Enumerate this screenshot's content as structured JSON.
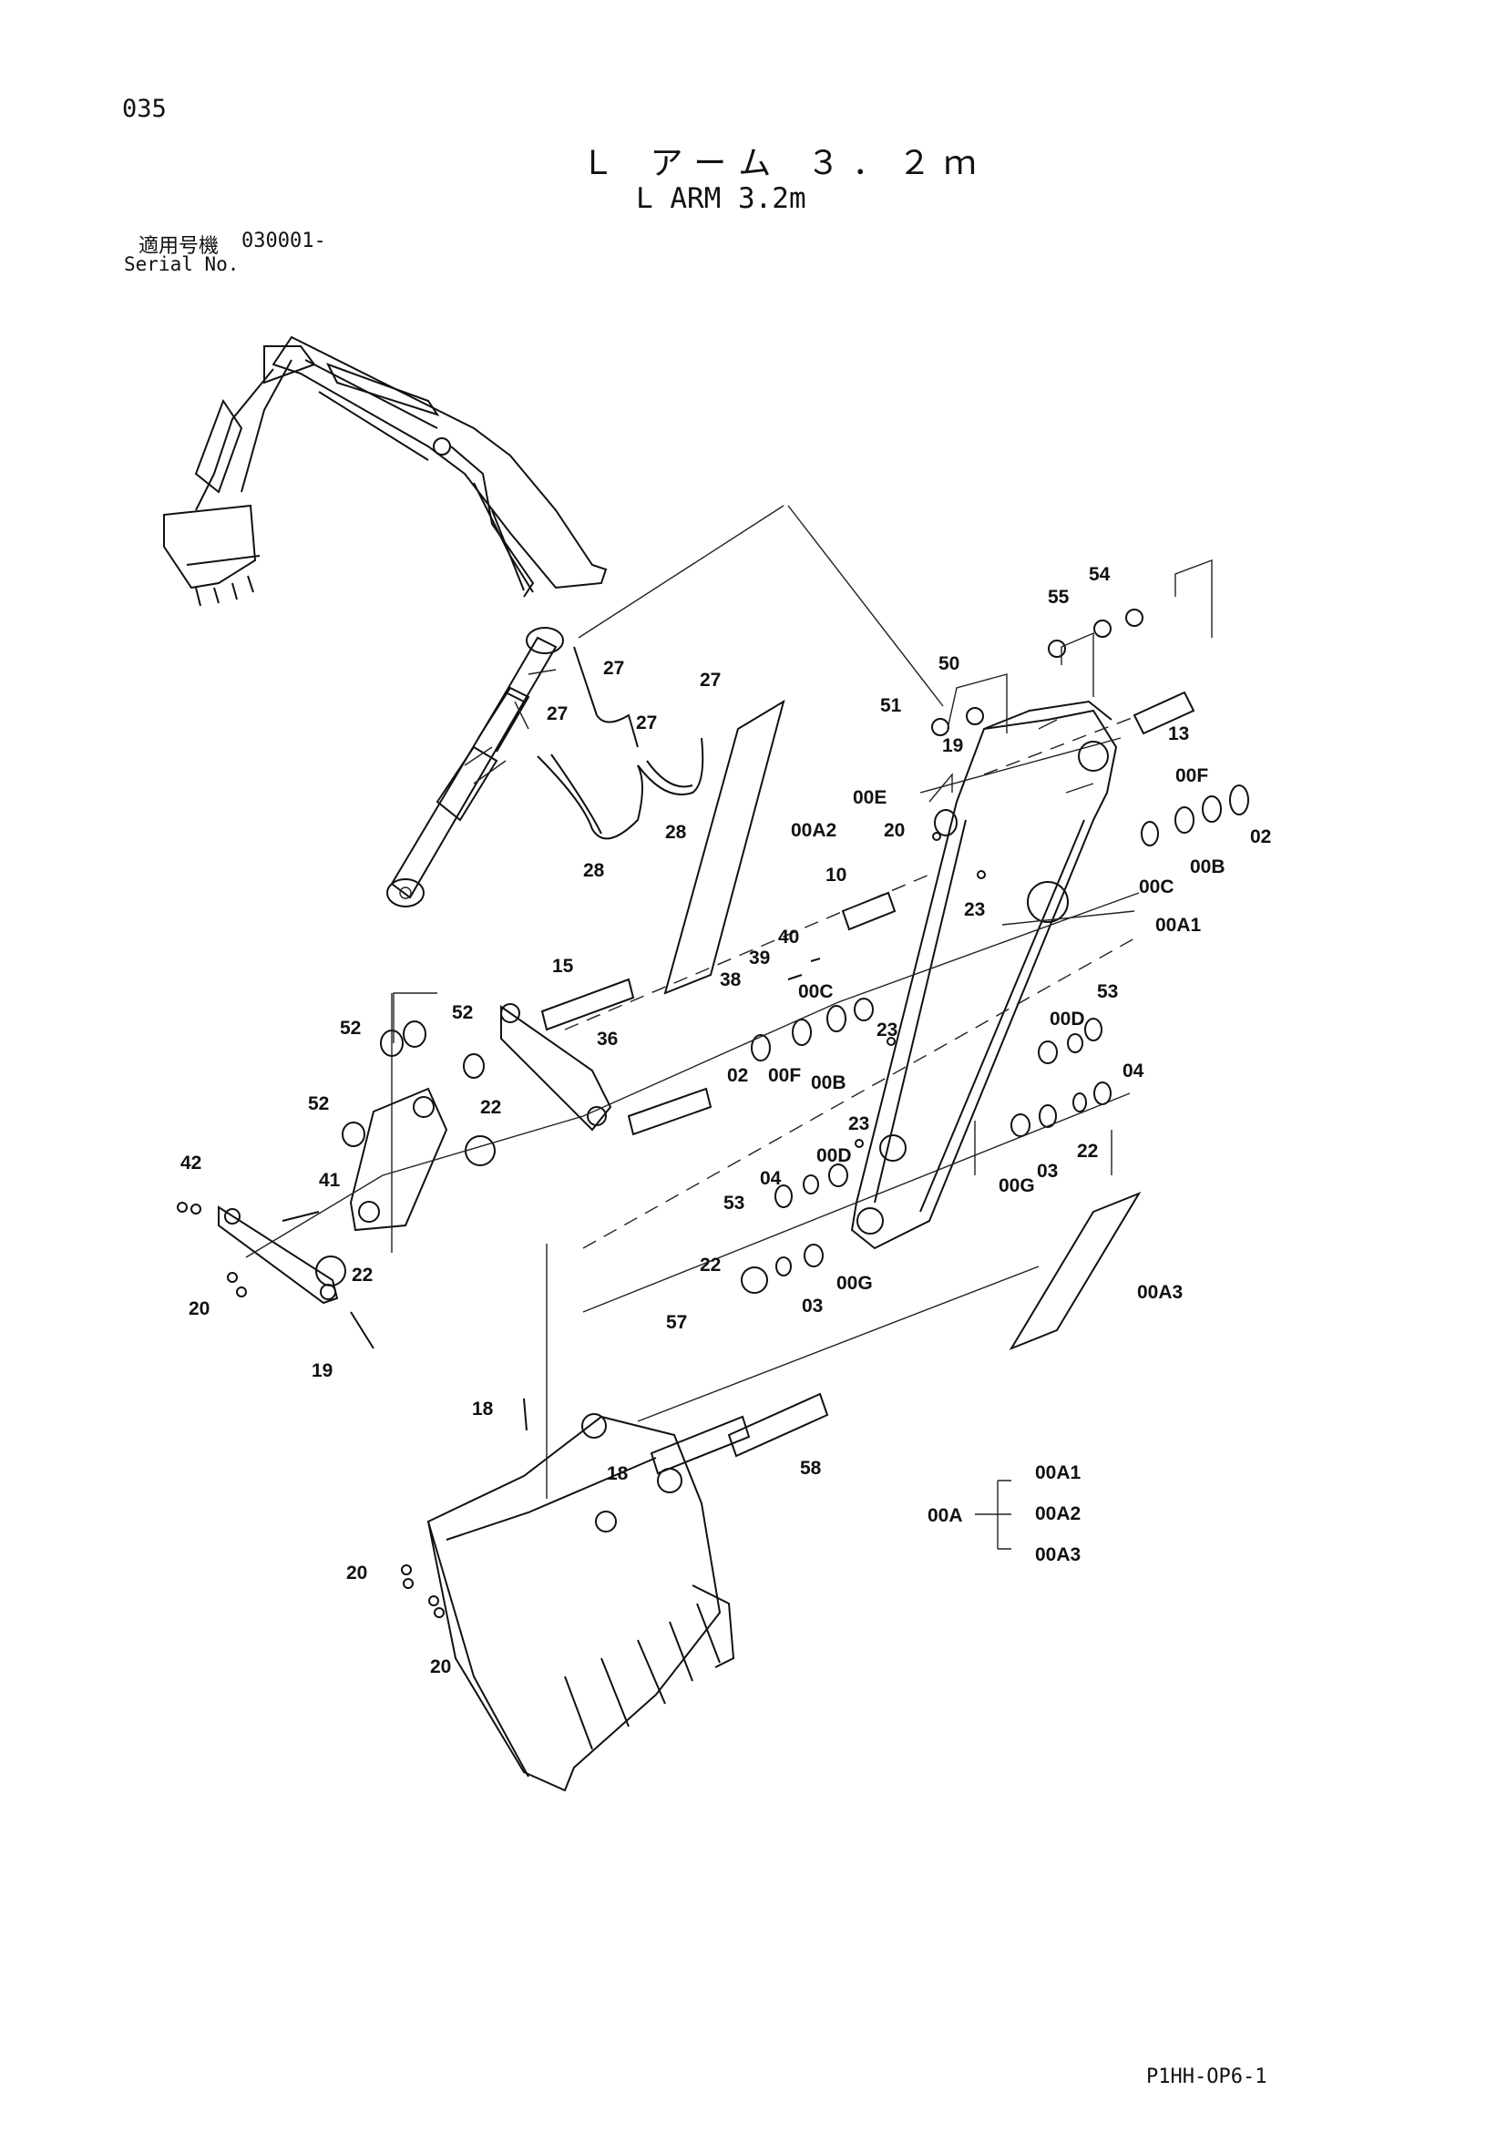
{
  "page_number": "035",
  "title_jp": "Ｌ アーム ３．２ｍ",
  "title_en": "L ARM 3.2m",
  "serial": {
    "label_jp": "適用号機",
    "label_en": "Serial No.",
    "value": "030001-"
  },
  "doc_code": "P1HH-OP6-1",
  "part_labels": {
    "p27": "27",
    "p28": "28",
    "p00A2": "00A2",
    "p10": "10",
    "p51": "51",
    "p50": "50",
    "p55": "55",
    "p54": "54",
    "p19": "19",
    "p13": "13",
    "p00E": "00E",
    "p20": "20",
    "p00F": "00F",
    "p02": "02",
    "p00C": "00C",
    "p00B": "00B",
    "p23": "23",
    "p00A1": "00A1",
    "p40": "40",
    "p39": "39",
    "p38": "38",
    "p15": "15",
    "p52": "52",
    "p22": "22",
    "p36": "36",
    "p53": "53",
    "p00D": "00D",
    "p04": "04",
    "p00G": "00G",
    "p03": "03",
    "p41": "41",
    "p42": "42",
    "p18": "18",
    "p57": "57",
    "p58": "58",
    "p00A3": "00A3",
    "p00A": "00A"
  }
}
